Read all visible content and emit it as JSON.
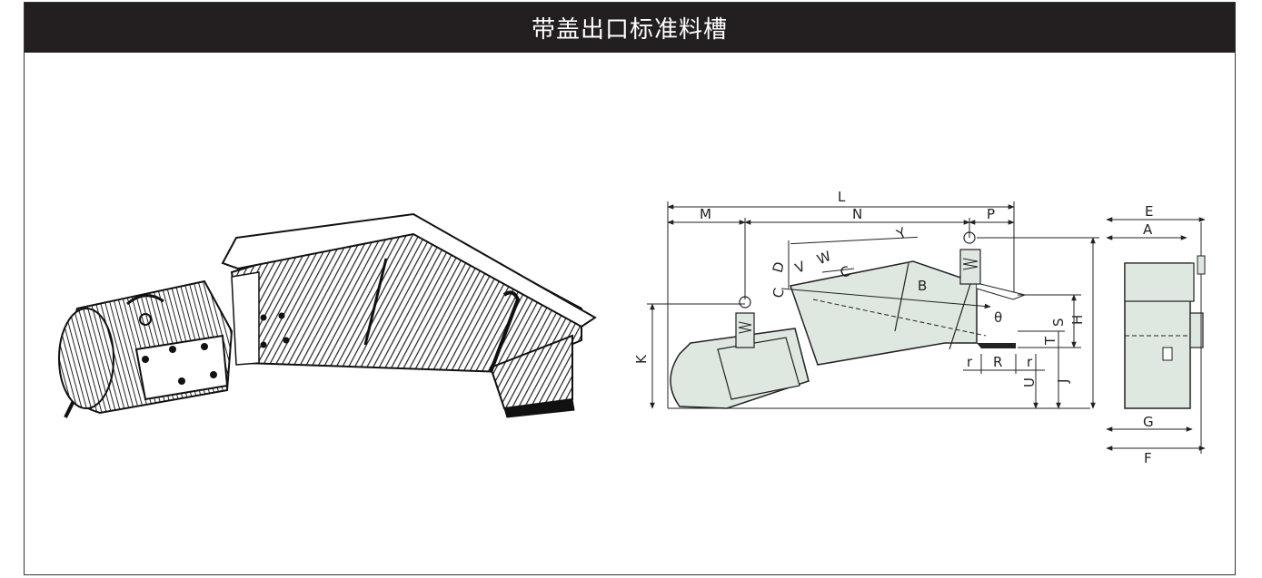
{
  "header": {
    "title": "带盖出口标准料槽"
  },
  "colors": {
    "title_bg": "#231f20",
    "title_fg": "#ffffff",
    "body_fill": "#dfe7e1",
    "line": "#222222"
  },
  "labels": {
    "L": "L",
    "M": "M",
    "N": "N",
    "P": "P",
    "Y": "Y",
    "D": "D",
    "V": "V",
    "W": "W",
    "C1": "C",
    "C2": "C",
    "B": "B",
    "theta": "θ",
    "K": "K",
    "S": "S",
    "H": "H",
    "T": "T",
    "r1": "r",
    "R": "R",
    "r2": "r",
    "U": "U",
    "J": "J",
    "E": "E",
    "A": "A",
    "G": "G",
    "F": "F"
  }
}
